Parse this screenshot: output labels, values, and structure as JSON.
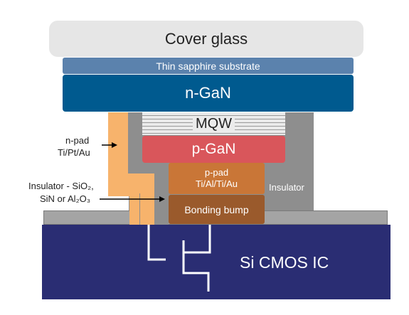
{
  "layers": {
    "cover_glass": "Cover glass",
    "sapphire": "Thin sapphire substrate",
    "n_gan": "n-GaN",
    "mqw": "MQW",
    "p_gan": "p-GaN",
    "p_pad_line1": "p-pad",
    "p_pad_line2": "Ti/Al/Ti/Au",
    "bonding_bump": "Bonding bump",
    "insulator_right": "Insulator",
    "si_cmos": "Si CMOS IC"
  },
  "callouts": {
    "n_pad_line1": "n-pad",
    "n_pad_line2": "Ti/Pt/Au",
    "insulator_line1": "Insulator - SiO₂,",
    "insulator_line2": "SiN or Al₂O₃"
  },
  "colors": {
    "cover_glass": "#e6e6e6",
    "sapphire": "#5b82ad",
    "n_gan": "#005a8f",
    "mqw": "#ebebeb",
    "p_gan": "#d9565b",
    "p_pad": "#c97637",
    "bonding_bump": "#9a5a2c",
    "insulator": "#8e8e8e",
    "n_pad": "#f7b36c",
    "cmos": "#2a2d73",
    "cmos_plate": "#a4a4a4"
  }
}
